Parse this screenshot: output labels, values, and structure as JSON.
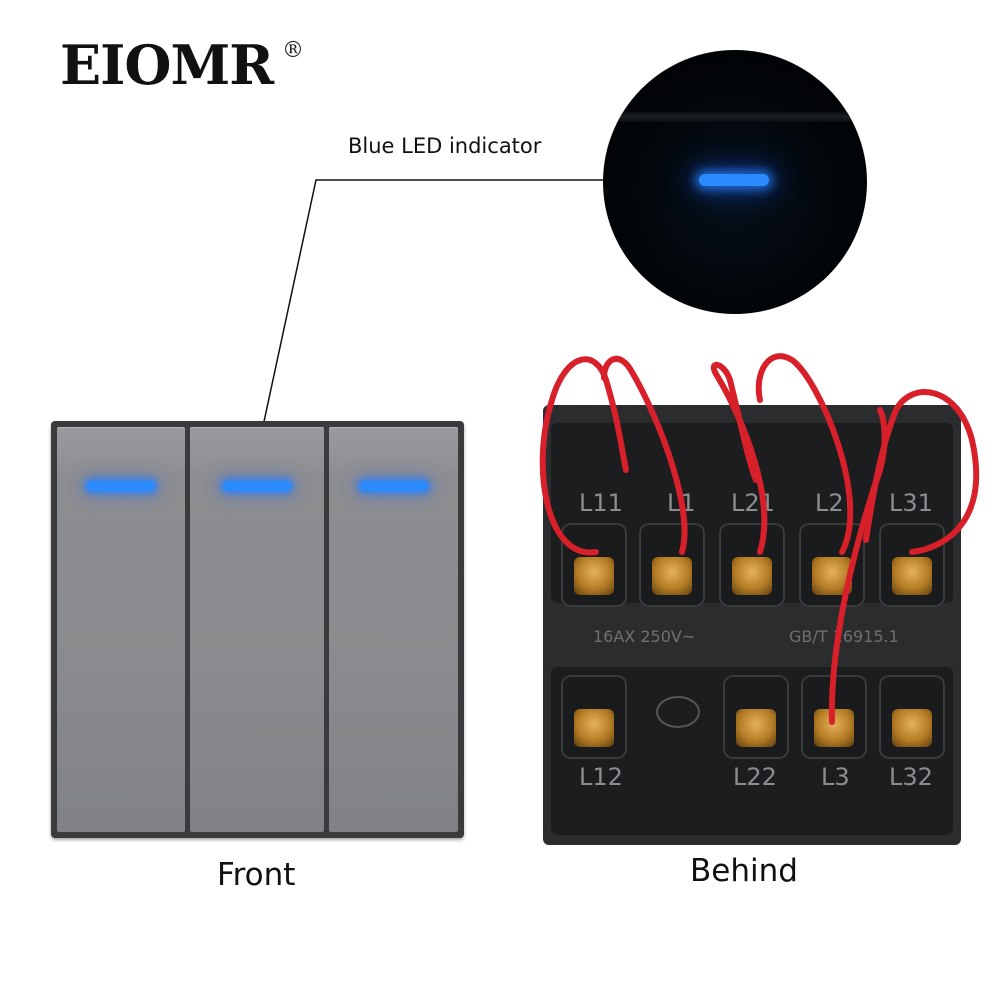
{
  "brand": {
    "name": "EIOMR",
    "registered": "®"
  },
  "callout": {
    "label": "Blue LED indicator"
  },
  "front": {
    "caption": "Front",
    "rockers": [
      {
        "led": "blue"
      },
      {
        "led": "blue"
      },
      {
        "led": "blue"
      }
    ]
  },
  "behind": {
    "caption": "Behind",
    "top_terminals": [
      "L11",
      "L1",
      "L21",
      "L2",
      "L31"
    ],
    "bottom_terminals": [
      "L12",
      "L22",
      "L3",
      "L32"
    ],
    "rating_left": "16AX 250V~",
    "rating_right": "GB/T 16915.1"
  },
  "colors": {
    "led_blue": "#2a8bff",
    "plate_gray": "#8d8e91",
    "wire_red": "#d8202a",
    "brass": "#c8942f"
  }
}
